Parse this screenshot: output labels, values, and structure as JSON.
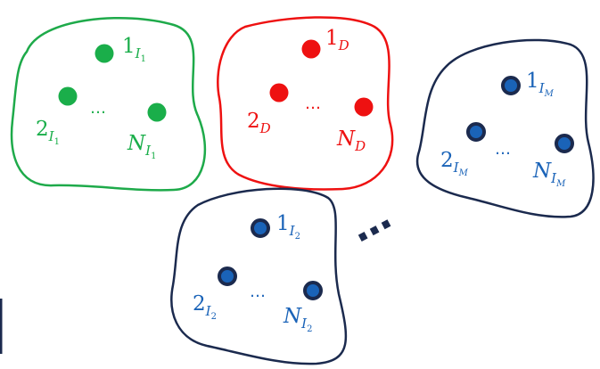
{
  "colors": {
    "green": "#1aae4a",
    "green_outline": "#1eaa4a",
    "red": "#ee1111",
    "navy": "#1b2a4e",
    "blue_fill": "#1a63b8",
    "blue_text": "#1a63b8"
  },
  "groups": [
    {
      "id": "I1",
      "labels": {
        "first_main": "1",
        "first_sub": "I",
        "first_subsub": "1",
        "second_main": "2",
        "second_sub": "I",
        "second_subsub": "1",
        "last_main": "N",
        "last_sub": "I",
        "last_subsub": "1",
        "ellipsis": "…"
      }
    },
    {
      "id": "D",
      "labels": {
        "first_main": "1",
        "first_sub": "D",
        "second_main": "2",
        "second_sub": "D",
        "last_main": "N",
        "last_sub": "D",
        "ellipsis": "…"
      }
    },
    {
      "id": "IM",
      "labels": {
        "first_main": "1",
        "first_sub": "I",
        "first_subsub": "M",
        "second_main": "2",
        "second_sub": "I",
        "second_subsub": "M",
        "last_main": "N",
        "last_sub": "I",
        "last_subsub": "M",
        "ellipsis": "…"
      }
    },
    {
      "id": "I2",
      "labels": {
        "first_main": "1",
        "first_sub": "I",
        "first_subsub": "2",
        "second_main": "2",
        "second_sub": "I",
        "second_subsub": "2",
        "last_main": "N",
        "last_sub": "I",
        "last_subsub": "2",
        "ellipsis": "…"
      }
    }
  ],
  "between_groups_ellipsis": "…"
}
